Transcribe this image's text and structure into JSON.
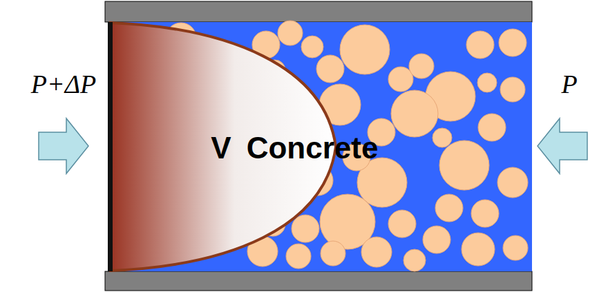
{
  "diagram": {
    "labels": [
      "P+ΔP",
      "V",
      "Concrete",
      "P"
    ]
  }
}
